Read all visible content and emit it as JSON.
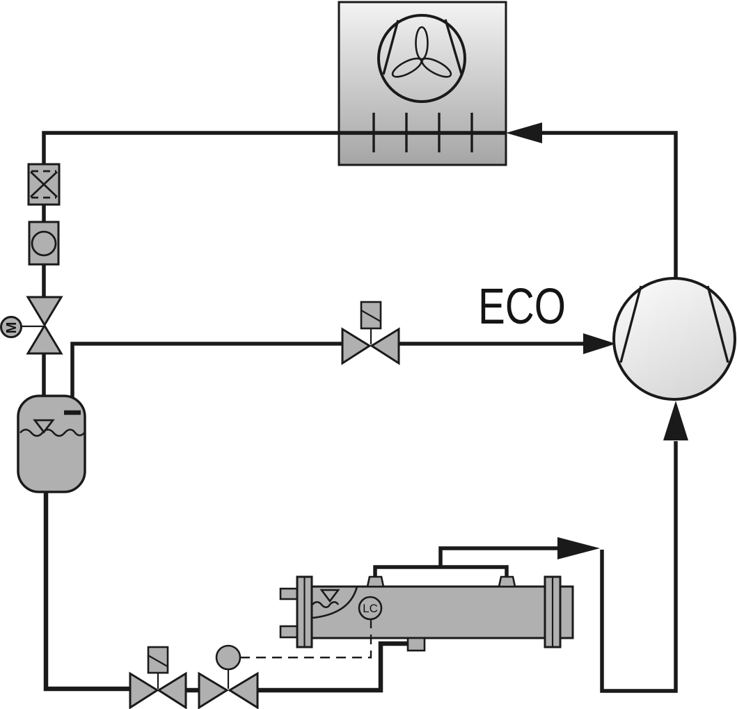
{
  "diagram": {
    "type": "refrigeration-economizer-circuit-schematic",
    "labels": {
      "economizer_line": "ECO",
      "level_controller": "LC",
      "motor": "M"
    },
    "symbols": {
      "condenser": "air-cooled-condenser-with-fan",
      "compressor": "compressor",
      "filter_drier": "filter-drier",
      "sight_glass": "sight-glass",
      "expansion_valve": "motor-operated-expansion-valve",
      "receiver": "flash-tank-receiver-with-liquid-level",
      "eco_valve": "solenoid-valve-on-eco-line",
      "evaporator": "flooded-shell-and-tube-evaporator",
      "level_controller": "level-controller-LC",
      "liquid_solenoid_valve": "solenoid-shutoff-valve",
      "level_control_valve": "pilot-operated-level-control-valve"
    },
    "colors": {
      "background": "#ffffff",
      "line": "#1a1a1a",
      "component_fill": "#b0b0b0",
      "condenser_gradient_top": "#f3f3f3",
      "condenser_gradient_bottom": "#a5a5a5",
      "compressor_gradient_light": "#fafafa",
      "compressor_gradient_dark": "#d5d5d5"
    }
  }
}
